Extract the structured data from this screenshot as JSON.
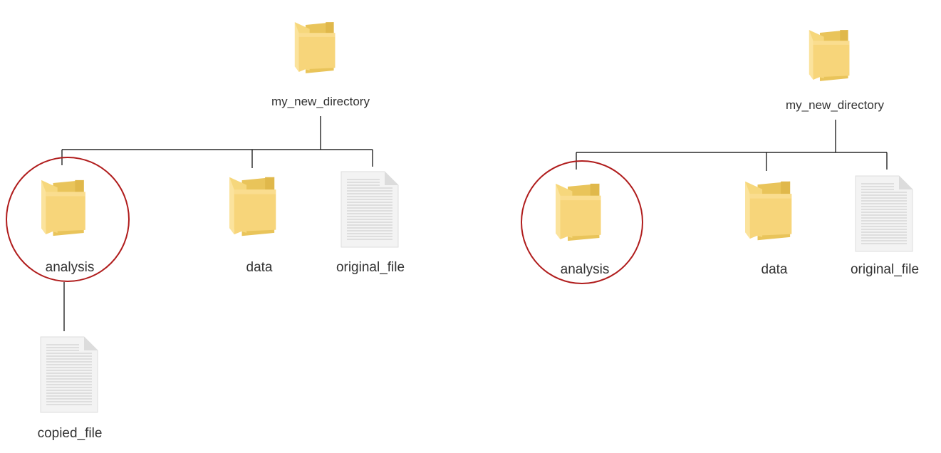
{
  "colors": {
    "folder_back": "#e9c45a",
    "folder_front": "#f7d57a",
    "folder_front_light": "#fbe39d",
    "file_body": "#f4f4f4",
    "file_lines": "#c9c9c9",
    "connector": "#000000",
    "highlight_ring": "#b01c1c"
  },
  "left_tree": {
    "root": {
      "label": "my_new_directory",
      "icon": "folder-icon"
    },
    "children": [
      {
        "label": "analysis",
        "icon": "folder-icon",
        "highlighted": true
      },
      {
        "label": "data",
        "icon": "folder-icon"
      },
      {
        "label": "original_file",
        "icon": "file-icon"
      }
    ],
    "grandchild": {
      "label": "copied_file",
      "icon": "file-icon"
    }
  },
  "right_tree": {
    "root": {
      "label": "my_new_directory",
      "icon": "folder-icon"
    },
    "children": [
      {
        "label": "analysis",
        "icon": "folder-icon",
        "highlighted": true
      },
      {
        "label": "data",
        "icon": "folder-icon"
      },
      {
        "label": "original_file",
        "icon": "file-icon"
      }
    ]
  }
}
